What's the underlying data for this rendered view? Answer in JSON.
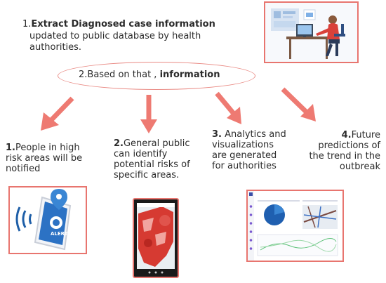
{
  "header": {
    "num": "1.",
    "bold": "Extract Diagnosed case information",
    "line2": "updated  to public database by health",
    "line3": "authorities."
  },
  "center": {
    "prefix": "2.Based on that , ",
    "bold": "information"
  },
  "nodes": [
    {
      "num": "1.",
      "l1": "People in high",
      "l2": "risk areas will be",
      "l3": "notified"
    },
    {
      "num": "2.",
      "l1": "General public",
      "l2": "can identify",
      "l3": "potential  risks of",
      "l4": "specific areas."
    },
    {
      "num": "3.",
      "l1": " Analytics and",
      "l2": "visualizations",
      "l3": "are generated",
      "l4": "for authorities"
    },
    {
      "num": "4.",
      "l1": "Future",
      "l2": "predictions of",
      "l3": "the trend in the",
      "l4": "outbreak"
    }
  ],
  "images": {
    "alert_label": "ALERT"
  },
  "colors": {
    "accent": "#e8756f",
    "arrow": "#ee7a72",
    "blue": "#2f6fb4"
  },
  "icons": [
    "worker-at-desk-illustration",
    "phone-alert-icon",
    "map-phone-icon",
    "dashboard-screenshot-icon"
  ]
}
